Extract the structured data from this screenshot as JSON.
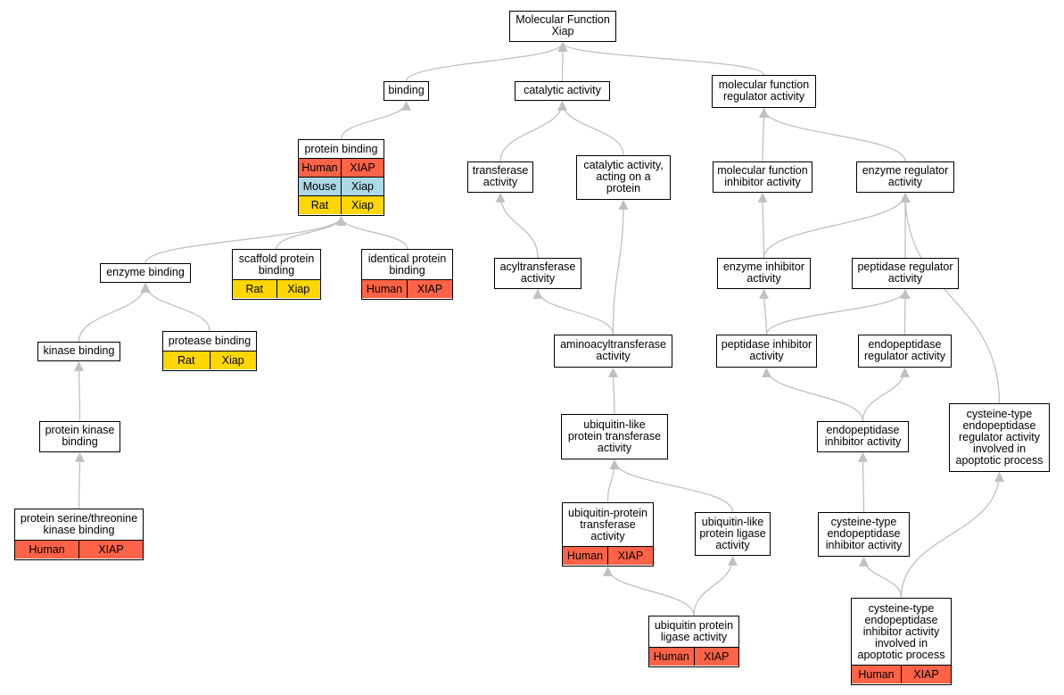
{
  "nodes": [
    {
      "id": "root",
      "label": "Molecular Function\nXiap",
      "orthologs": []
    },
    {
      "id": "binding",
      "label": "binding",
      "orthologs": []
    },
    {
      "id": "catalytic",
      "label": "catalytic activity",
      "orthologs": []
    },
    {
      "id": "mfreg",
      "label": "molecular function\nregulator activity",
      "orthologs": []
    },
    {
      "id": "protbind",
      "label": "protein binding",
      "orthologs": [
        {
          "species": "Human",
          "gene": "XIAP",
          "color": "#ff6347"
        },
        {
          "species": "Mouse",
          "gene": "Xiap",
          "color": "#add8e6"
        },
        {
          "species": "Rat",
          "gene": "Xiap",
          "color": "#ffd700"
        }
      ]
    },
    {
      "id": "transferase",
      "label": "transferase\nactivity",
      "orthologs": []
    },
    {
      "id": "catprot",
      "label": "catalytic activity,\nacting on a\nprotein",
      "orthologs": []
    },
    {
      "id": "mfinhib",
      "label": "molecular function\ninhibitor activity",
      "orthologs": []
    },
    {
      "id": "enzreg",
      "label": "enzyme regulator\nactivity",
      "orthologs": []
    },
    {
      "id": "enzbind",
      "label": "enzyme binding",
      "orthologs": []
    },
    {
      "id": "scaffold",
      "label": "scaffold protein\nbinding",
      "orthologs": [
        {
          "species": "Rat",
          "gene": "Xiap",
          "color": "#ffd700"
        }
      ]
    },
    {
      "id": "identical",
      "label": "identical protein\nbinding",
      "orthologs": [
        {
          "species": "Human",
          "gene": "XIAP",
          "color": "#ff6347"
        }
      ]
    },
    {
      "id": "acyl",
      "label": "acyltransferase\nactivity",
      "orthologs": []
    },
    {
      "id": "enzinhib",
      "label": "enzyme inhibitor\nactivity",
      "orthologs": []
    },
    {
      "id": "pepreg",
      "label": "peptidase regulator\nactivity",
      "orthologs": []
    },
    {
      "id": "kinbind",
      "label": "kinase binding",
      "orthologs": []
    },
    {
      "id": "protease",
      "label": "protease binding",
      "orthologs": [
        {
          "species": "Rat",
          "gene": "Xiap",
          "color": "#ffd700"
        }
      ]
    },
    {
      "id": "aminoacyl",
      "label": "aminoacyltransferase\nactivity",
      "orthologs": []
    },
    {
      "id": "pepinhib",
      "label": "peptidase inhibitor\nactivity",
      "orthologs": []
    },
    {
      "id": "endoreg",
      "label": "endopeptidase\nregulator activity",
      "orthologs": []
    },
    {
      "id": "protkin",
      "label": "protein kinase\nbinding",
      "orthologs": []
    },
    {
      "id": "ubltrans",
      "label": "ubiquitin-like\nprotein transferase\nactivity",
      "orthologs": []
    },
    {
      "id": "endoinhib",
      "label": "endopeptidase\ninhibitor activity",
      "orthologs": []
    },
    {
      "id": "cysreg",
      "label": "cysteine-type\nendopeptidase\nregulator activity\ninvolved in\napoptotic process",
      "orthologs": []
    },
    {
      "id": "sertk",
      "label": "protein serine/threonine\nkinase binding",
      "orthologs": [
        {
          "species": "Human",
          "gene": "XIAP",
          "color": "#ff6347"
        }
      ]
    },
    {
      "id": "ubprottrans",
      "label": "ubiquitin-protein\ntransferase\nactivity",
      "orthologs": [
        {
          "species": "Human",
          "gene": "XIAP",
          "color": "#ff6347"
        }
      ]
    },
    {
      "id": "ublligase",
      "label": "ubiquitin-like\nprotein ligase\nactivity",
      "orthologs": []
    },
    {
      "id": "cysinhib",
      "label": "cysteine-type\nendopeptidase\ninhibitor activity",
      "orthologs": []
    },
    {
      "id": "ubligase",
      "label": "ubiquitin protein\nligase activity",
      "orthologs": [
        {
          "species": "Human",
          "gene": "XIAP",
          "color": "#ff6347"
        }
      ]
    },
    {
      "id": "cysinhibapo",
      "label": "cysteine-type\nendopeptidase\ninhibitor activity\ninvolved in\napoptotic process",
      "orthologs": [
        {
          "species": "Human",
          "gene": "XIAP",
          "color": "#ff6347"
        }
      ]
    }
  ],
  "edges": [
    {
      "from": "binding",
      "to": "root"
    },
    {
      "from": "catalytic",
      "to": "root"
    },
    {
      "from": "mfreg",
      "to": "root"
    },
    {
      "from": "protbind",
      "to": "binding"
    },
    {
      "from": "transferase",
      "to": "catalytic"
    },
    {
      "from": "catprot",
      "to": "catalytic"
    },
    {
      "from": "mfinhib",
      "to": "mfreg"
    },
    {
      "from": "enzreg",
      "to": "mfreg"
    },
    {
      "from": "enzbind",
      "to": "protbind"
    },
    {
      "from": "scaffold",
      "to": "protbind"
    },
    {
      "from": "identical",
      "to": "protbind"
    },
    {
      "from": "acyl",
      "to": "transferase"
    },
    {
      "from": "aminoacyl",
      "to": "acyl"
    },
    {
      "from": "aminoacyl",
      "to": "catprot"
    },
    {
      "from": "enzinhib",
      "to": "mfinhib"
    },
    {
      "from": "enzinhib",
      "to": "enzreg"
    },
    {
      "from": "pepreg",
      "to": "enzreg"
    },
    {
      "from": "cysreg",
      "to": "enzreg"
    },
    {
      "from": "kinbind",
      "to": "enzbind"
    },
    {
      "from": "protease",
      "to": "enzbind"
    },
    {
      "from": "pepinhib",
      "to": "enzinhib"
    },
    {
      "from": "pepinhib",
      "to": "pepreg"
    },
    {
      "from": "endoreg",
      "to": "pepreg"
    },
    {
      "from": "protkin",
      "to": "kinbind"
    },
    {
      "from": "ubltrans",
      "to": "aminoacyl"
    },
    {
      "from": "endoinhib",
      "to": "pepinhib"
    },
    {
      "from": "endoinhib",
      "to": "endoreg"
    },
    {
      "from": "sertk",
      "to": "protkin"
    },
    {
      "from": "ubprottrans",
      "to": "ubltrans"
    },
    {
      "from": "ublligase",
      "to": "ubltrans"
    },
    {
      "from": "cysinhib",
      "to": "endoinhib"
    },
    {
      "from": "ubligase",
      "to": "ubprottrans"
    },
    {
      "from": "ubligase",
      "to": "ublligase"
    },
    {
      "from": "cysinhibapo",
      "to": "cysinhib"
    },
    {
      "from": "cysinhibapo",
      "to": "cysreg"
    }
  ],
  "colors": {
    "edge": "#c0c0c0",
    "human": "#ff6347",
    "mouse": "#add8e6",
    "rat": "#ffd700"
  }
}
